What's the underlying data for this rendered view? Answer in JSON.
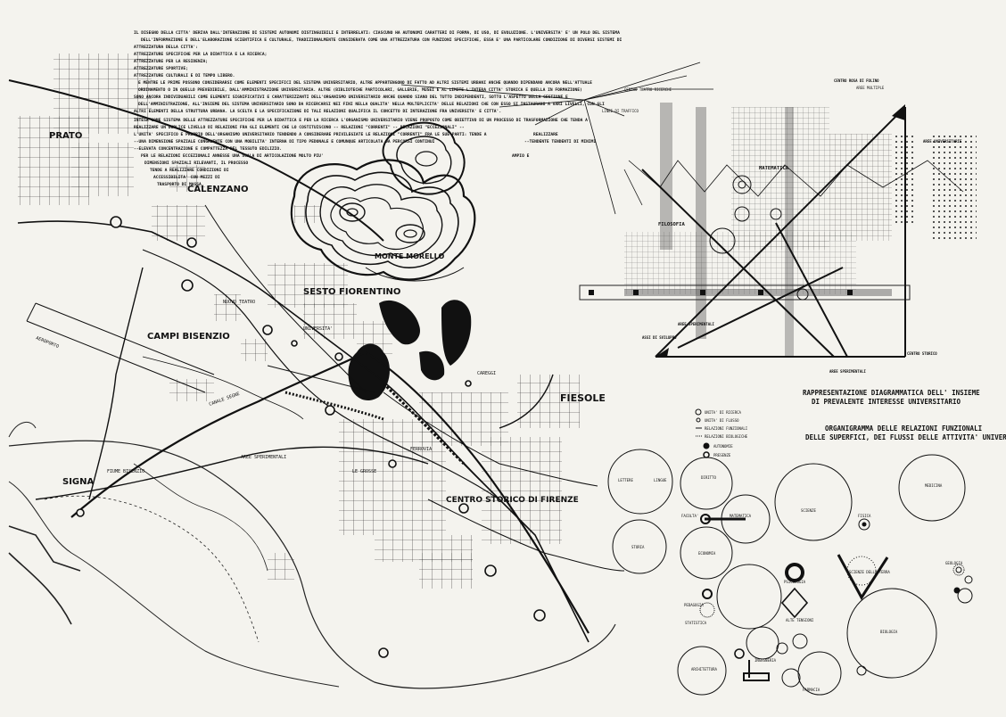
{
  "report_text": [
    "IL DISEGNO DELLA CITTA' DERIVA DALL'INTERAZIONE DI SISTEMI AUTONOMI DISTINGUIBILI E INTERRELATI: CIASCUNO HA AUTONOMI CARATTERI DI FORMA, DI USO, DI EVOLUZIONE. L'UNIVERSITA' E' UN POLO DEL SISTEMA",
    "DELL'INFORMAZIONE E DELL'ELABORAZIONE SCIENTIFICA E CULTURALE, TRADIZIONALMENTE CONSIDERATA COME UNA ATTREZZATURA CON FUNZIONI SPECIFICHE, ESSA E' UNA PARTICOLARE CONDIZIONE DI DIVERSI SISTEMI DI",
    "ATTREZZATURA DELLA CITTA':",
    "ATTREZZATURE SPECIFICHE PER LA DIDATTICA E LA RICERCA;",
    "ATTREZZATURE PER LA RESIDENZA;",
    "ATTREZZATURE SPORTIVE;",
    "ATTREZZATURE CULTURALI E DI TEMPO LIBERO.",
    "E MENTRE LE PRIME POSSONO CONSIDERARSI COME ELEMENTI SPECIFICI DEL SISTEMA UNIVERSITARIO, ALTRE APPARTENGONO DI FATTO AD ALTRI SISTEMI URBANI ANCHE QUANDO DIPENDANO ANCORA NELL'ATTUALE",
    "ORDINAMENTO O IN QUELLO PREVEDIBILE, DALL'AMMINISTRAZIONE UNIVERSITARIA. ALTRE (BIBLIOTECHE PARTICOLARI, GALLERIE, MUSEI E AL LIMITE L'INTERA CITTA' STORICA E QUELLA IN FORMAZIONE)",
    "SONO ANCORA INDIVIDUABILI COME ELEMENTI SIGNIFICATIVI E CARATTERIZZANTI DELL'ORGANISMO UNIVERSITARIO ANCHE QUANDO SIANO DEL TUTTO INDIPENDENTI, SOTTO L'ASPETTO DELLA GESTIONE E",
    "DELL'AMMINISTRAZIONE, ALL'INSIEME DEL SISTEMA UNIVERSITARIO SONO DA RICERCARSI NEI FINI NELLA QUALITA' NELLA MOLTEPLICITA' DELLE RELAZIONI CHE CON ESSO SI INSTAURANO A VARI LIVELLI, CON GLI",
    "ALTRI ELEMENTI DELLA STRUTTURA URBANA. LA SCELTA E LA SPECIFICAZIONE DI TALI RELAZIONI QUALIFICA IL CONCETTO DI INTERAZIONE FRA UNIVERSITA' E CITTA'.",
    "INTESA COME SISTEMA DELLE ATTREZZATURE SPECIFICHE PER LA DIDATTICA E PER LA RICERCA L'ORGANISMO UNIVERSITARIO VIENE PROPOSTO COME OBIETTIVO DI UN PROCESSO DI TRASFORMAZIONE CHE TENDA A",
    "REALIZZARE UN DUPLICE LIVELLO DI RELAZIONI FRA GLI ELEMENTI CHE LO COSTITUISCONO -- RELAZIONI \"CORRENTI\" -- RELAZIONI \"ECCEZIONALI\" --",
    "L'UNITA' SPECIFICO E PROPRIO DELL'ORGANISMO UNIVERSITARIO TENDENDO A CONSIDERARE PRIVILEGIATE LE RELAZIONI \"CORRENTI\" FRA LE SUE PARTI: TENDE A",
    "--UNA DIMENSIONE SPAZIALE CONGRUENTE CON UNA MOBILITA' INTERNA DI TIPO PEDONALE E COMUNQUE ARTICOLATA DA PERCORSI CONTINUI",
    "--ELEVATA CONCENTRAZIONE E COMPATTEZZA DEL TESSUTO EDILIZIO.",
    "PER LE RELAZIONI ECCEZIONALI ANNESSE UNA SCALA DI ARTICOLAZIONE MOLTO PIU'",
    "DIMENSIONI SPAZIALI RILEVANTI, IL PROCESSO",
    "TENDE A REALIZZARE CONDIZIONI DI",
    "ACCESSIBILITA' CON MEZZI DI",
    "TRASPORTO DI MASSA."
  ],
  "right_notes": [
    "REALIZZARE",
    "--TENDENTE TENDENTI DI MINIMI",
    "AMPIO E"
  ],
  "map": {
    "places": [
      "PRATO",
      "CALENZANO",
      "SESTO FIORENTINO",
      "CAMPI BISENZIO",
      "SIGNA",
      "FIESOLE",
      "CENTRO STORICO DI FIRENZE",
      "MONTE MORELLO"
    ],
    "minor_labels": [
      "AEROPORTO",
      "CANALE SEGNE",
      "FIUME BISENZIO",
      "AREE SPERIMENTALI",
      "LE GROSSE",
      "FERROVIA",
      "NUOVO TEATRO",
      "CAREGGI",
      "UNIVERSITA'"
    ]
  },
  "diagram": {
    "title_line1": "RAPPRESENTAZIONE DIAGRAMMATICA DELL' INSIEME",
    "title_line2": "DI PREVALENTE INTERESSE UNIVERSITARIO",
    "labels": [
      "MATEMATICA",
      "FILOSOFIA",
      "CENTRO STORICO",
      "AREE SPERIMENTALI",
      "CENTRO ROSA DI FOLINO",
      "AREE UNIVERSITARIE",
      "ASSI DI SVILUPPO",
      "AREE SPERIMENTALI"
    ],
    "top_notes": [
      "LINEE DI TRAFFICO",
      "CENTRO TEATRO RICERCHE",
      "AREE MULTIPLE"
    ]
  },
  "organigram": {
    "title_line1": "ORGANIGRAMMA DELLE RELAZIONI FUNZIONALI",
    "title_line2": "DELLE SUPERFICI, DEI FLUSSI DELLE ATTIVITA' UNIVERSITARIE",
    "legend": [
      "UNITA' DI RICERCA",
      "UNITA' DI FLUSSO",
      "RELAZIONI FUNZIONALI",
      "RELAZIONI BIOLOGICHE",
      "AUTONOMIE",
      "PRESENZE"
    ],
    "circle_labels": [
      "LETTERE",
      "LINGUE",
      "DIRITTO",
      "FACOLTA'",
      "SCIENZE",
      "MEDICINA",
      "STORIA",
      "ECONOMIA",
      "MATEMATICA",
      "FISICA",
      "BIOLOGIA",
      "ARCHITETTURA",
      "INGEGNERIA",
      "PSICOLOGIA",
      "SCIENZE DELLA TERRA",
      "PEDAGOGIA",
      "GEOLOGIA",
      "FARMACIA",
      "STATISTICA",
      "ALTE TENSIONI"
    ]
  },
  "colors": {
    "paper": "#f4f3ee",
    "ink": "#111111",
    "grey_ink": "#555555"
  }
}
